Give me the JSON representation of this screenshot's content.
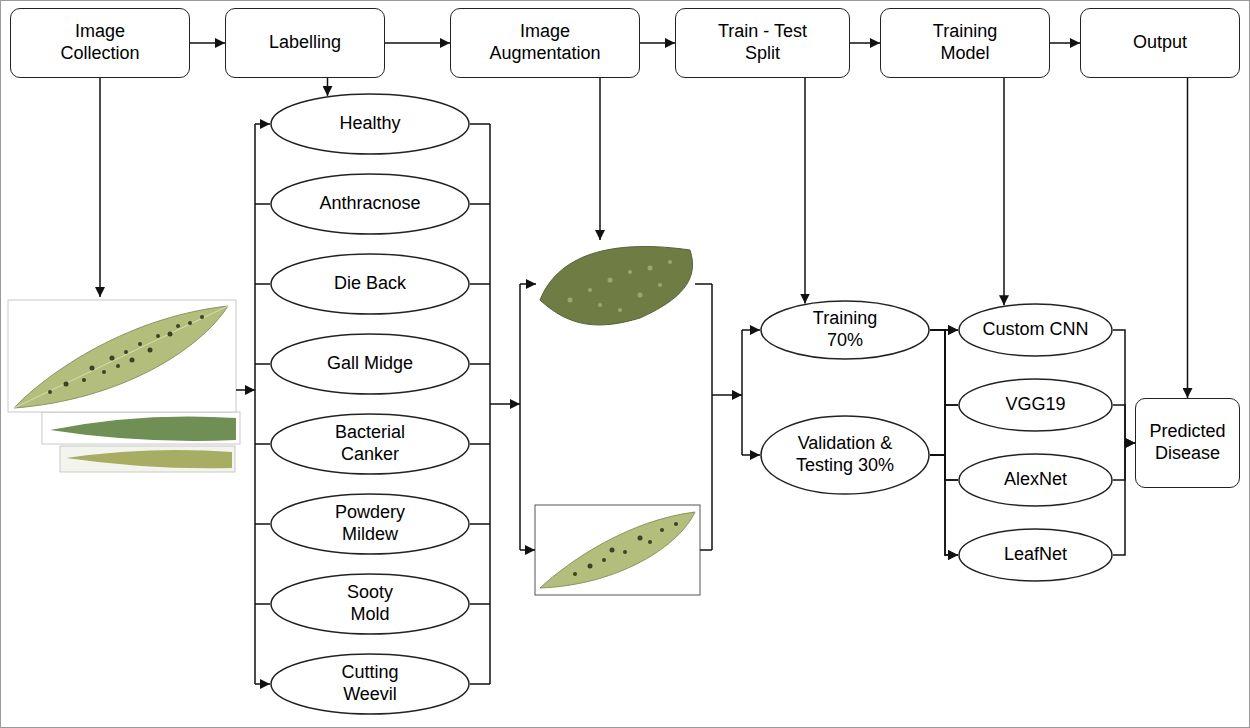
{
  "diagram": {
    "nodes": [
      {
        "text": [
          "Image Collection"
        ]
      },
      {
        "text": [
          "Labelling"
        ]
      },
      {
        "text": [
          "Image Augmentation"
        ]
      },
      {
        "text": [
          "Train - Test Split"
        ]
      },
      {
        "text": [
          "Training Model"
        ]
      },
      {
        "text": [
          "Output"
        ]
      },
      {
        "text": [
          "Healthy"
        ]
      },
      {
        "text": [
          "Anthracnose"
        ]
      },
      {
        "text": [
          "Die Back"
        ]
      },
      {
        "text": [
          "Gall Midge"
        ]
      },
      {
        "text": [
          "Bacterial Canker"
        ]
      },
      {
        "text": [
          "Powdery Mildew"
        ]
      },
      {
        "text": [
          "Sooty Mold"
        ]
      },
      {
        "text": [
          "Cutting Weevil"
        ]
      },
      {
        "text": [
          "Training 70%"
        ]
      },
      {
        "text": [
          "Validation & Testing 30%"
        ]
      },
      {
        "text": [
          "Custom CNN"
        ]
      },
      {
        "text": [
          "VGG19"
        ]
      },
      {
        "text": [
          "AlexNet"
        ]
      },
      {
        "text": [
          "LeafNet"
        ]
      },
      {
        "text": [
          "Predicted Disease"
        ]
      }
    ],
    "edges": [
      {
        "from": 0,
        "to": 1,
        "arrow": "to"
      },
      {
        "from": 1,
        "to": 2,
        "arrow": "to"
      },
      {
        "from": 2,
        "to": 3,
        "arrow": "to"
      },
      {
        "from": 3,
        "to": 4,
        "arrow": "to"
      },
      {
        "from": 4,
        "to": 5,
        "arrow": "to"
      },
      {
        "from": 1,
        "to": 6,
        "arrow": "to"
      },
      {
        "from": 3,
        "to": 14,
        "arrow": "to"
      },
      {
        "from": 4,
        "to": 16,
        "arrow": "to"
      },
      {
        "from": 5,
        "to": 20,
        "arrow": "to"
      },
      {
        "from": 14,
        "to": 16,
        "arrow": "to"
      },
      {
        "from": 14,
        "to": 17,
        "arrow": "none"
      },
      {
        "from": 14,
        "to": 18,
        "arrow": "none"
      },
      {
        "from": 14,
        "to": 19,
        "arrow": "to"
      },
      {
        "from": 15,
        "to": 16,
        "arrow": "to"
      },
      {
        "from": 15,
        "to": 17,
        "arrow": "none"
      },
      {
        "from": 15,
        "to": 18,
        "arrow": "none"
      },
      {
        "from": 15,
        "to": 19,
        "arrow": "to"
      },
      {
        "from": 16,
        "to": 20,
        "arrow": "to"
      },
      {
        "from": 17,
        "to": 20,
        "arrow": "to"
      },
      {
        "from": 18,
        "to": 20,
        "arrow": "to"
      },
      {
        "from": 19,
        "to": 20,
        "arrow": "to"
      }
    ]
  }
}
